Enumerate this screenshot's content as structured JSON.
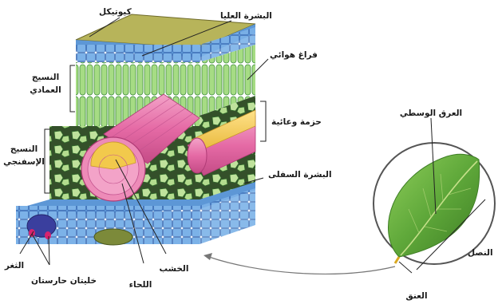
{
  "labels": {
    "cuticle": "كيوتيكل",
    "upper_epidermis": "البشرة العليا",
    "air_space": "فراغ هوائي",
    "palisade_line1": "النسيج",
    "palisade_line2": "العمادي",
    "vascular_bundle": "حزمة وعائية",
    "spongy_line1": "النسيج",
    "spongy_line2": "الإسفنجي",
    "lower_epidermis": "البشرة السفلى",
    "midrib": "العرق الوسطي",
    "blade": "النصل",
    "petiole": "العنق",
    "xylem": "الخشب",
    "phloem": "اللحاء",
    "stoma": "الثغر",
    "guard_cells": "خليتان حارستان"
  },
  "colors": {
    "cuticle": "#b7b45a",
    "epidermis": "#6fa7e0",
    "epidermis_dark": "#4a7fc4",
    "palisade": "#9bd67a",
    "palisade_edge": "#3f8f3a",
    "spongy_fill": "#c6e6a4",
    "spongy_bg": "#3c5e2c",
    "vascular_pink": "#e56aa5",
    "xylem_yellow": "#f2c94c",
    "leaf_green": "#5fa83a",
    "circle_stroke": "#555555"
  }
}
